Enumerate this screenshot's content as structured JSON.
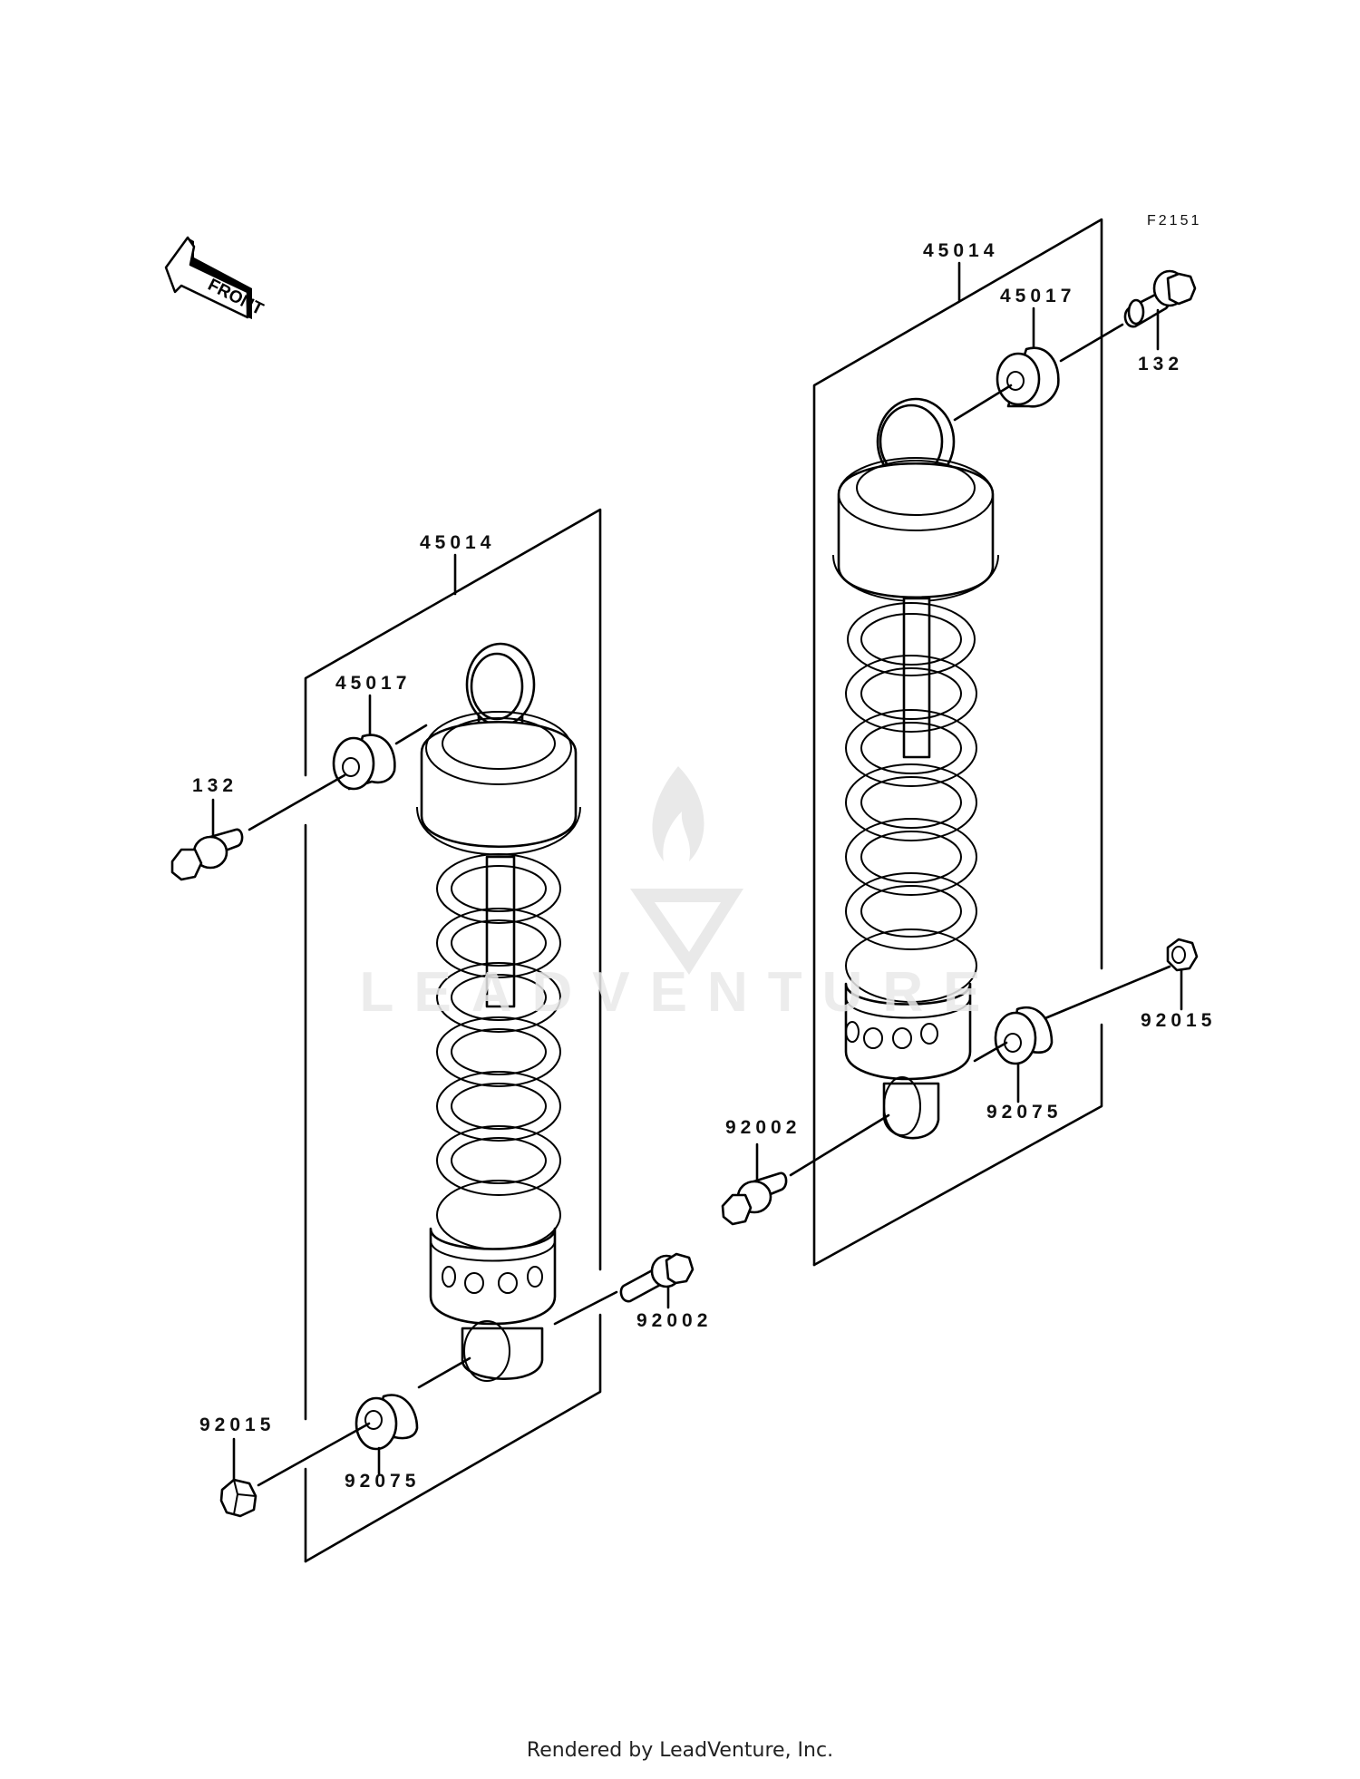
{
  "diagram": {
    "code": "F2151",
    "front_label": "FRONT",
    "watermark": "LEADVENTURE",
    "left_assembly": {
      "shock_label": "45014",
      "upper_bushing": "45017",
      "upper_bolt": "132",
      "lower_nut": "92015",
      "lower_bushing": "92075",
      "lower_bolt": "92002"
    },
    "right_assembly": {
      "shock_label": "45014",
      "upper_bushing": "45017",
      "upper_bolt": "132",
      "lower_nut": "92015",
      "lower_bushing": "92075",
      "lower_bolt": "92002"
    },
    "colors": {
      "line": "#000000",
      "background": "#ffffff",
      "watermark": "#e9e9e9"
    }
  },
  "footer": {
    "text": "Rendered by LeadVenture, Inc."
  }
}
